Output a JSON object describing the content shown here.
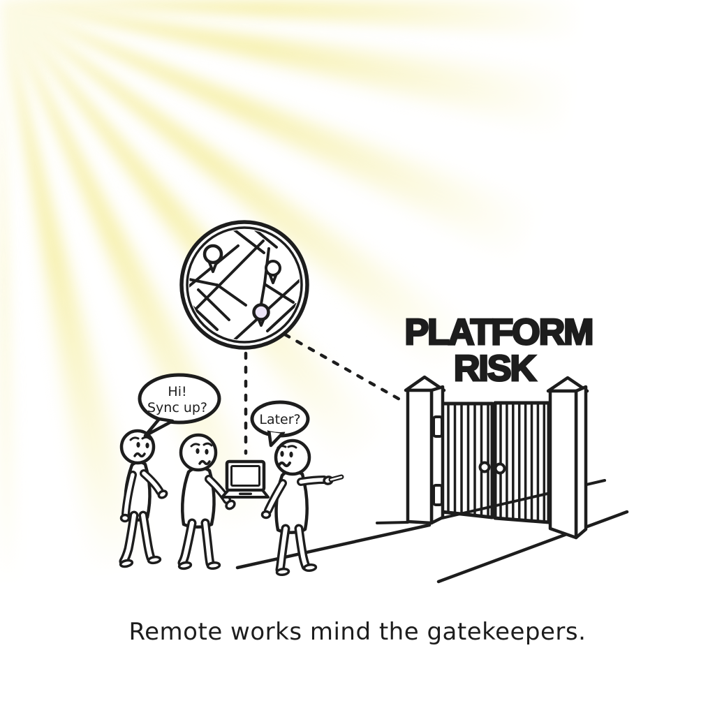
{
  "scene": {
    "heading": {
      "line1": "PLATFORM",
      "line2": "RISK"
    },
    "speech_bubble_1": {
      "line1": "Hi!",
      "line2": "Sync up?"
    },
    "speech_bubble_2": {
      "text": "Later?"
    },
    "caption": "Remote works mind the gatekeepers.",
    "icons": {
      "sun": "sun-rays",
      "map_inset": "map-magnifier",
      "map_pin_outline": "map-pin",
      "map_pin_highlighted": "map-pin-highlighted",
      "connector": "dashed-line",
      "laptop": "laptop",
      "gate": "closed-double-gate",
      "figures": [
        "stick-figure-worried-walking",
        "stick-figure-worried-holding-laptop",
        "stick-figure-worried-pointing"
      ]
    },
    "colors": {
      "ink": "#1d1d1d",
      "sun_ray": "#f6efa6",
      "pin_highlight": "#ece4f7",
      "background": "#ffffff"
    }
  }
}
